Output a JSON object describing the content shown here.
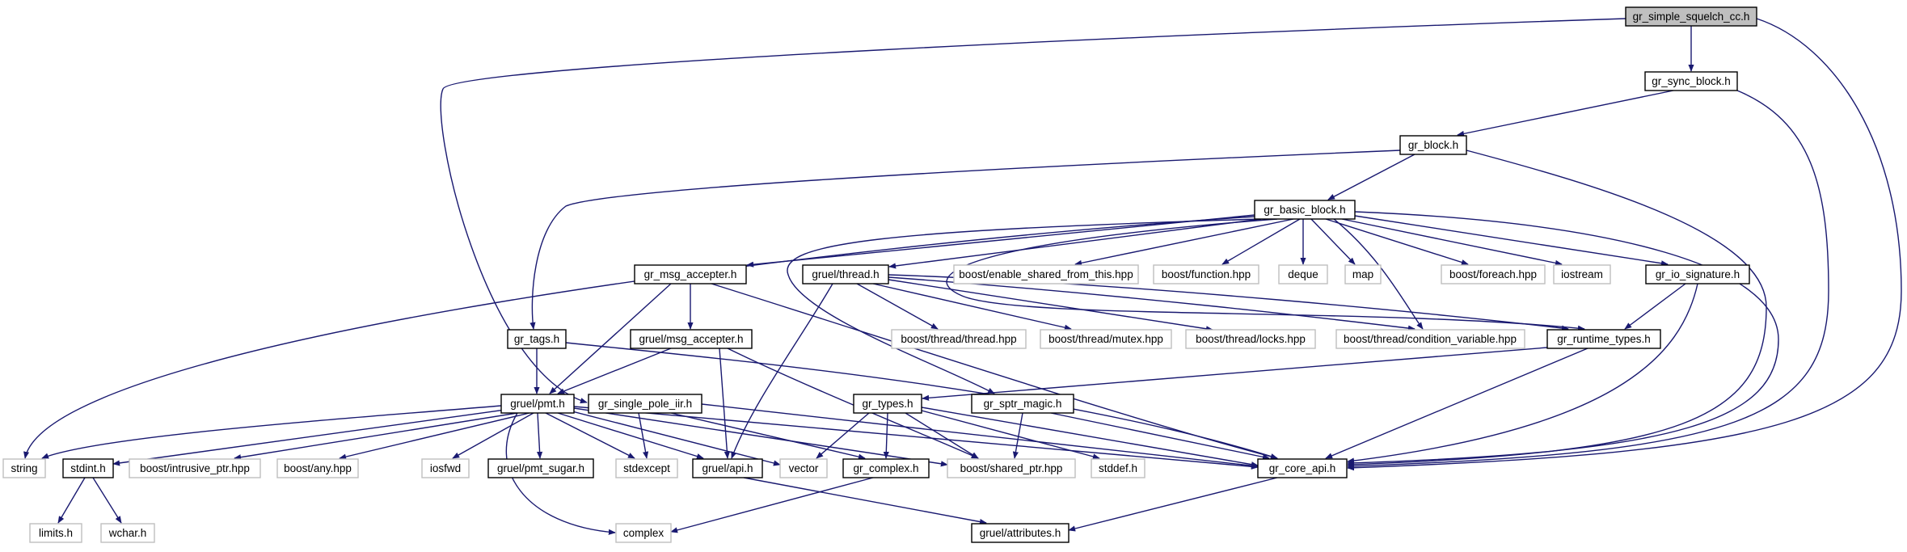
{
  "colors": {
    "edge": "#191970",
    "node_border": "#000000",
    "node_border_external": "#bfbfbf",
    "root_fill": "#bfbfbf",
    "background": "#ffffff"
  },
  "nodes": {
    "gr_simple_squelch_cc_h": "gr_simple_squelch_cc.h",
    "gr_sync_block_h": "gr_sync_block.h",
    "gr_block_h": "gr_block.h",
    "gr_basic_block_h": "gr_basic_block.h",
    "gr_msg_accepter_h": "gr_msg_accepter.h",
    "gruel_thread_h": "gruel/thread.h",
    "boost_enable_shared_from_this_hpp": "boost/enable_shared_from_this.hpp",
    "boost_function_hpp": "boost/function.hpp",
    "deque": "deque",
    "map": "map",
    "boost_foreach_hpp": "boost/foreach.hpp",
    "iostream": "iostream",
    "gr_io_signature_h": "gr_io_signature.h",
    "gr_tags_h": "gr_tags.h",
    "gruel_msg_accepter_h": "gruel/msg_accepter.h",
    "boost_thread_thread_hpp": "boost/thread/thread.hpp",
    "boost_thread_mutex_hpp": "boost/thread/mutex.hpp",
    "boost_thread_locks_hpp": "boost/thread/locks.hpp",
    "boost_thread_condition_variable_hpp": "boost/thread/condition_variable.hpp",
    "gr_runtime_types_h": "gr_runtime_types.h",
    "gruel_pmt_h": "gruel/pmt.h",
    "gr_single_pole_iir_h": "gr_single_pole_iir.h",
    "gr_types_h": "gr_types.h",
    "gr_sptr_magic_h": "gr_sptr_magic.h",
    "string": "string",
    "stdint_h": "stdint.h",
    "boost_intrusive_ptr_hpp": "boost/intrusive_ptr.hpp",
    "boost_any_hpp": "boost/any.hpp",
    "iosfwd": "iosfwd",
    "gruel_pmt_sugar_h": "gruel/pmt_sugar.h",
    "stdexcept": "stdexcept",
    "gruel_api_h": "gruel/api.h",
    "vector": "vector",
    "gr_complex_h": "gr_complex.h",
    "boost_shared_ptr_hpp": "boost/shared_ptr.hpp",
    "stddef_h": "stddef.h",
    "gr_core_api_h": "gr_core_api.h",
    "limits_h": "limits.h",
    "wchar_h": "wchar.h",
    "complex": "complex",
    "gruel_attributes_h": "gruel/attributes.h"
  }
}
